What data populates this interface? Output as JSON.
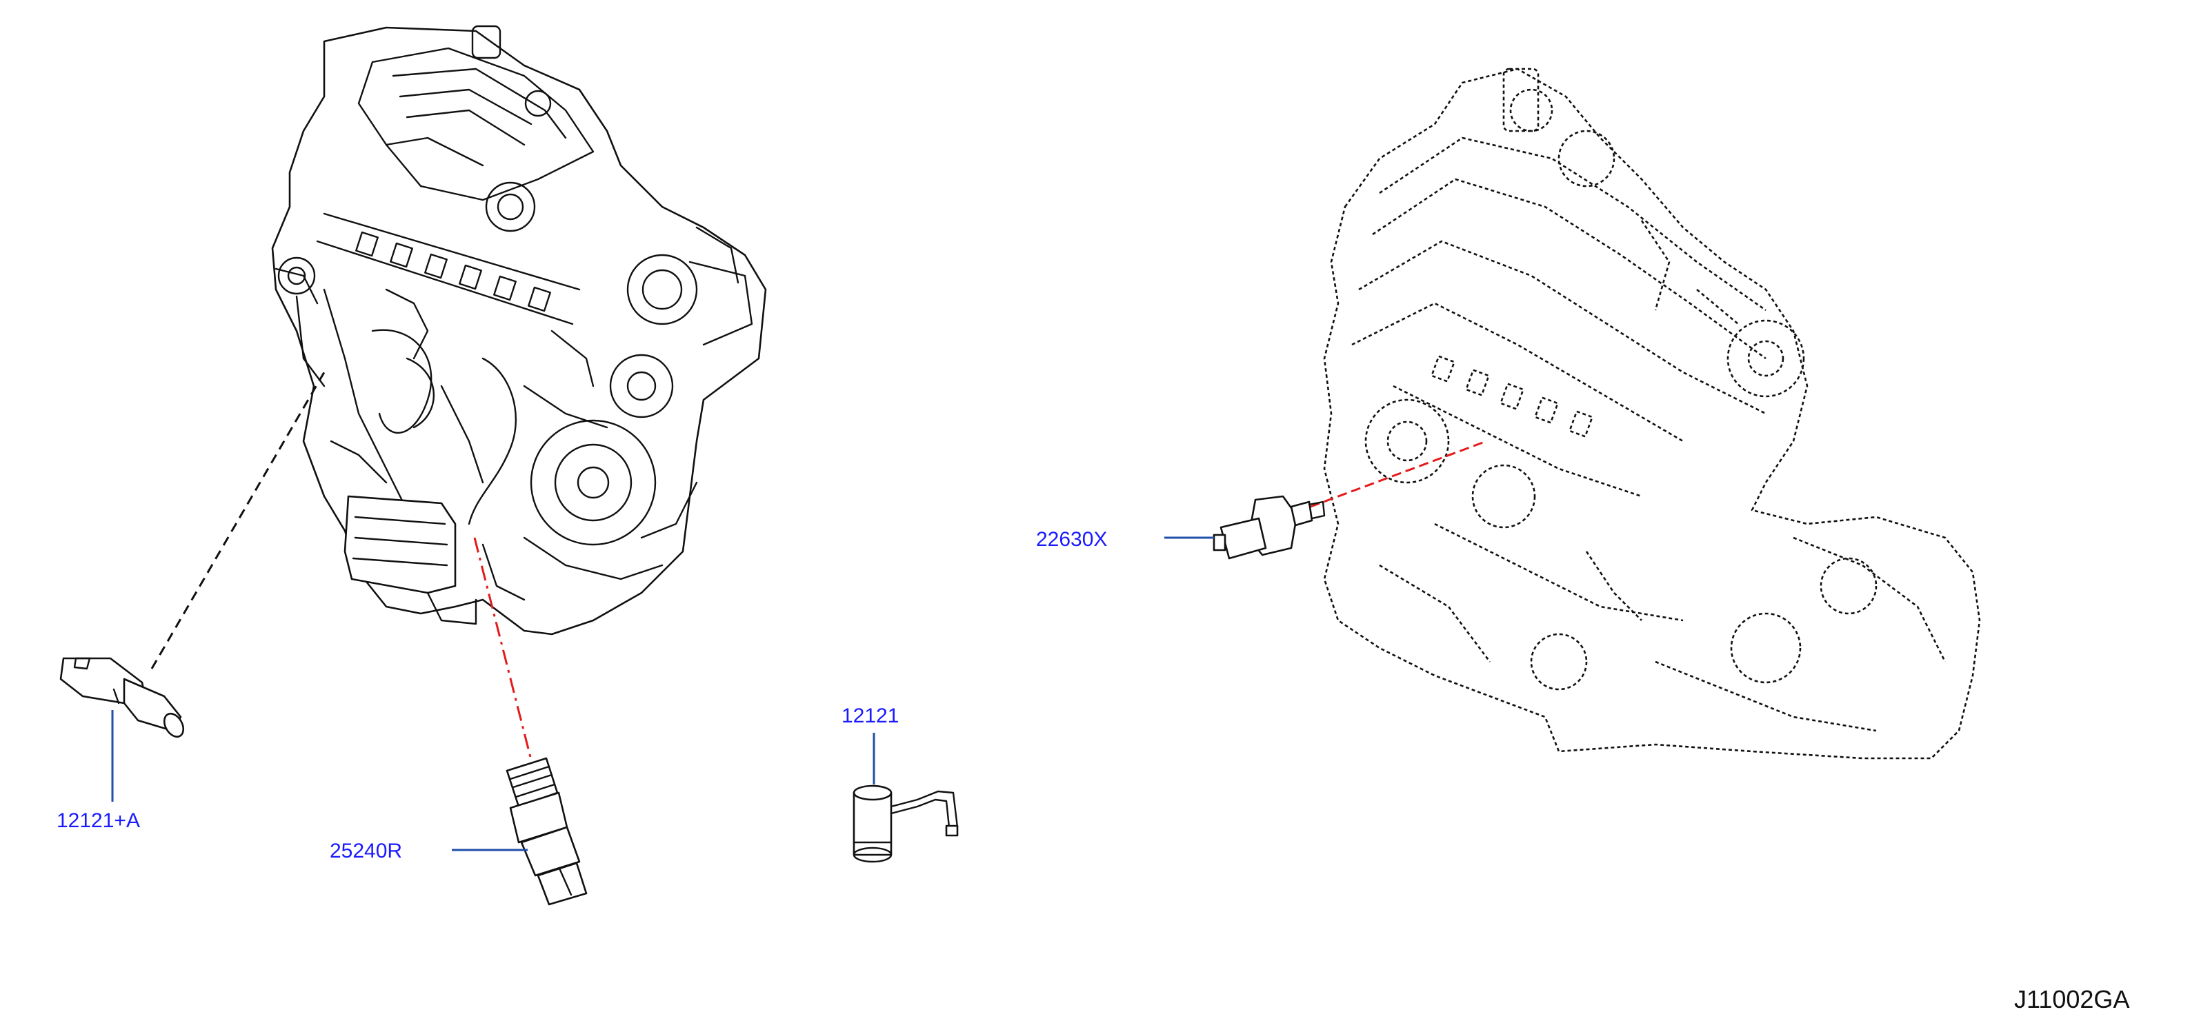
{
  "diagram_code": "J11002GA",
  "callouts": {
    "sensor_left": "12121+A",
    "oil_pressure_switch": "25240R",
    "sensor_center": "12121",
    "temp_sensor": "22630X"
  },
  "colors": {
    "callout_text": "#1a1aff",
    "leader_line": "#1f4fa8",
    "installation_line": "#e41a1a",
    "line_art": "#111111"
  }
}
